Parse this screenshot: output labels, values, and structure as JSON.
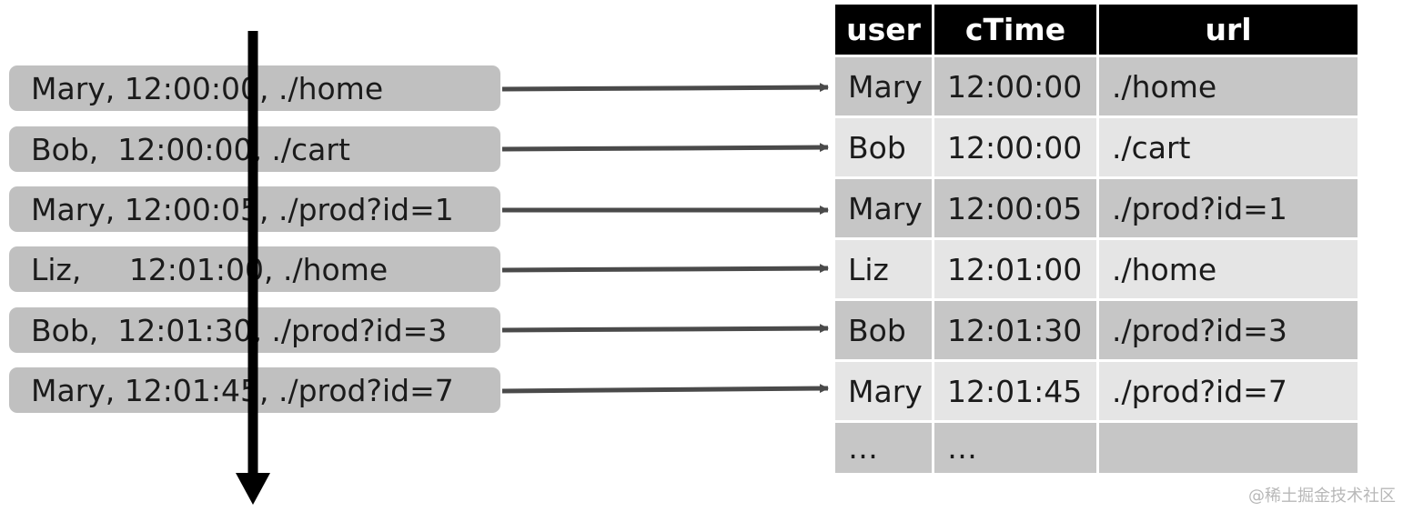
{
  "events": [
    {
      "text": "Mary, 12:00:00, ./home"
    },
    {
      "text": "Bob,  12:00:00, ./cart"
    },
    {
      "text": "Mary, 12:00:05, ./prod?id=1"
    },
    {
      "text": "Liz,     12:01:00, ./home"
    },
    {
      "text": "Bob,  12:01:30, ./prod?id=3"
    },
    {
      "text": "Mary, 12:01:45, ./prod?id=7"
    }
  ],
  "table": {
    "headers": [
      "user",
      "cTime",
      "url"
    ],
    "rows": [
      [
        "Mary",
        "12:00:00",
        "./home"
      ],
      [
        "Bob",
        "12:00:00",
        "./cart"
      ],
      [
        "Mary",
        "12:00:05",
        "./prod?id=1"
      ],
      [
        "Liz",
        "12:01:00",
        "./home"
      ],
      [
        "Bob",
        "12:01:30",
        "./prod?id=3"
      ],
      [
        "Mary",
        "12:01:45",
        "./prod?id=7"
      ],
      [
        "…",
        "…",
        ""
      ]
    ]
  },
  "colors": {
    "event_box": "#c0c0c0",
    "header_bg": "#000000",
    "row_dark": "#c6c6c6",
    "row_light": "#e5e5e5",
    "arrow": "#4a4a4a",
    "timeline": "#000000"
  },
  "watermark": "@稀土掘金技术社区"
}
